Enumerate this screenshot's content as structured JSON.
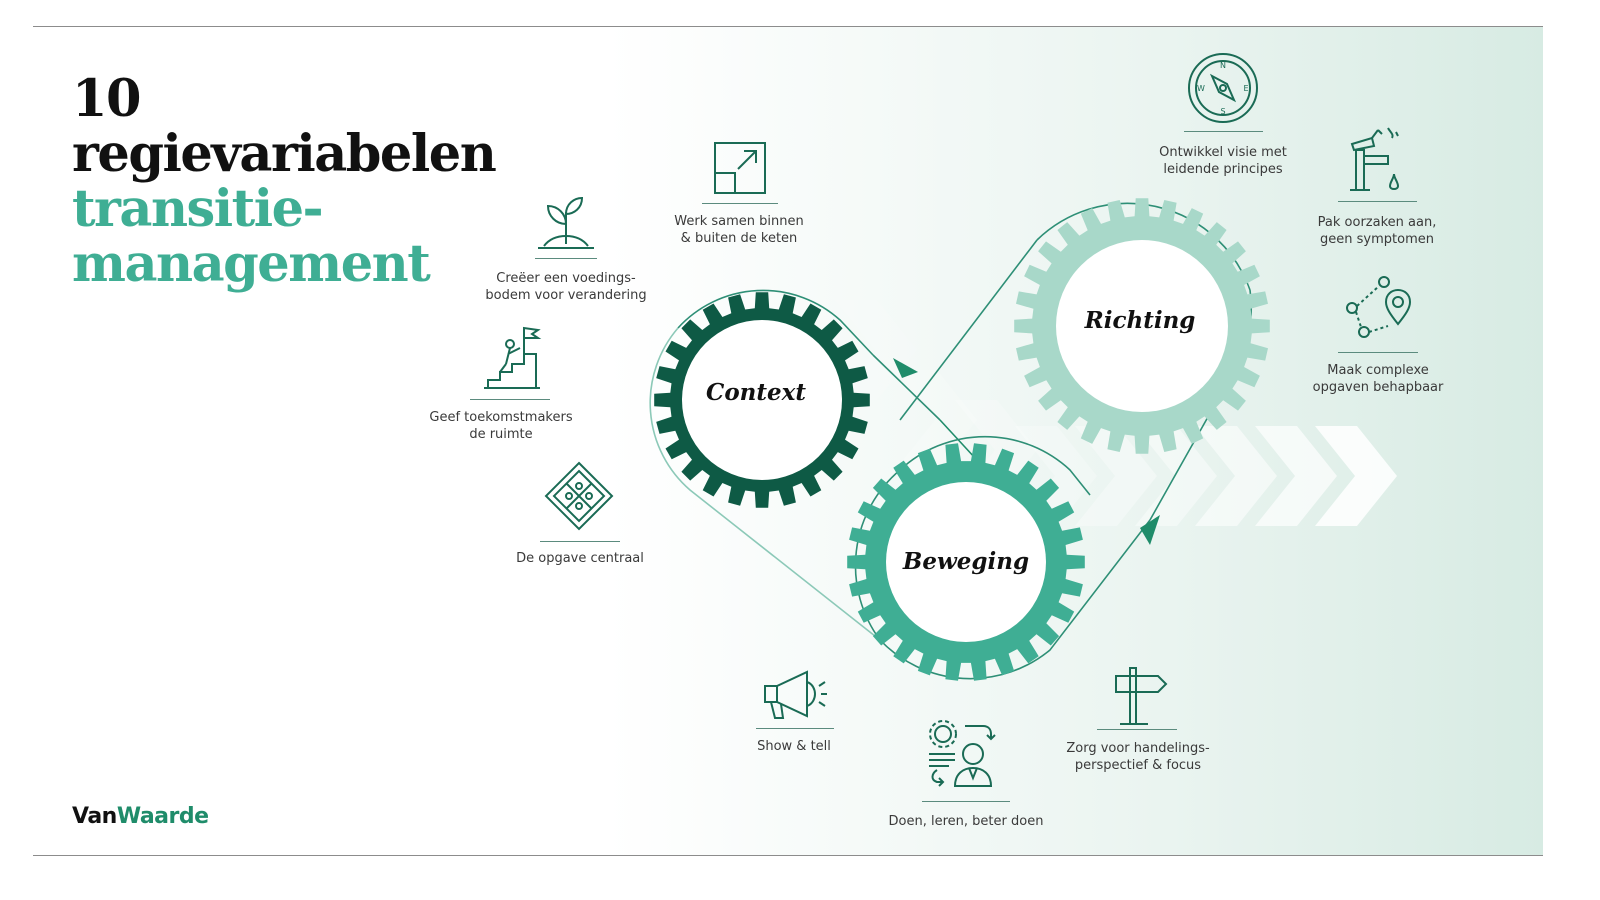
{
  "title": {
    "line1": "10",
    "line2": "regievariabelen",
    "line3": "transitie-",
    "line4": "management"
  },
  "logo": {
    "part1": "Van",
    "part2": "Waarde"
  },
  "gears": {
    "context": "Context",
    "richting": "Richting",
    "beweging": "Beweging"
  },
  "items": {
    "voedingsbodem": "Creëer een voedings-\nbodem voor verandering",
    "samenwerken": "Werk samen binnen\n& buiten de keten",
    "visie": "Ontwikkel visie met\nleidende principes",
    "oorzaken": "Pak oorzaken aan,\ngeen symptomen",
    "toekomstmakers": "Geef toekomstmakers\nde ruimte",
    "complexe": "Maak complexe\nopgaven behapbaar",
    "opgave": "De opgave centraal",
    "show": "Show & tell",
    "doen": "Doen, leren, beter doen",
    "handelings": "Zorg voor handelings-\nperspectief & focus"
  },
  "compass_letters": {
    "n": "N",
    "e": "E",
    "s": "S",
    "w": "W"
  },
  "colors": {
    "dark_green": "#0e5a45",
    "mid_green": "#3fae94",
    "light_green": "#a8d8c9",
    "icon_green": "#1a6b55",
    "title_black": "#111111"
  },
  "icons": [
    "sprout-icon",
    "expand-arrow-icon",
    "compass-icon",
    "faucet-icon",
    "summit-flag-icon",
    "route-map-icon",
    "puzzle-diamond-icon",
    "megaphone-icon",
    "person-cycle-icon",
    "signpost-icon"
  ]
}
